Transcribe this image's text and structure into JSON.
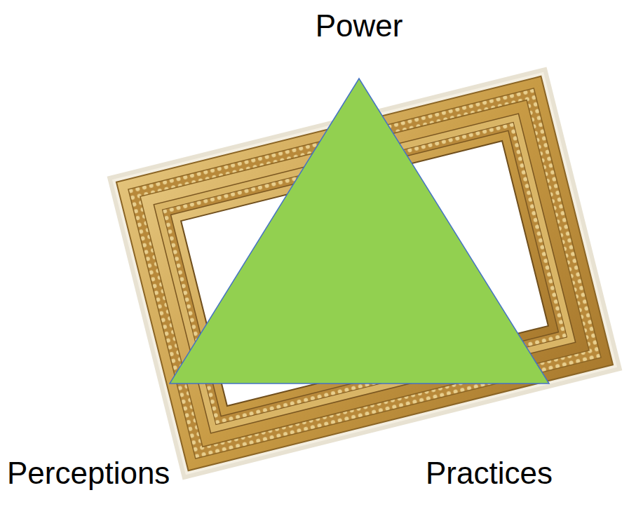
{
  "diagram": {
    "labels": [
      "Power",
      "Perceptions",
      "Practices"
    ]
  }
}
